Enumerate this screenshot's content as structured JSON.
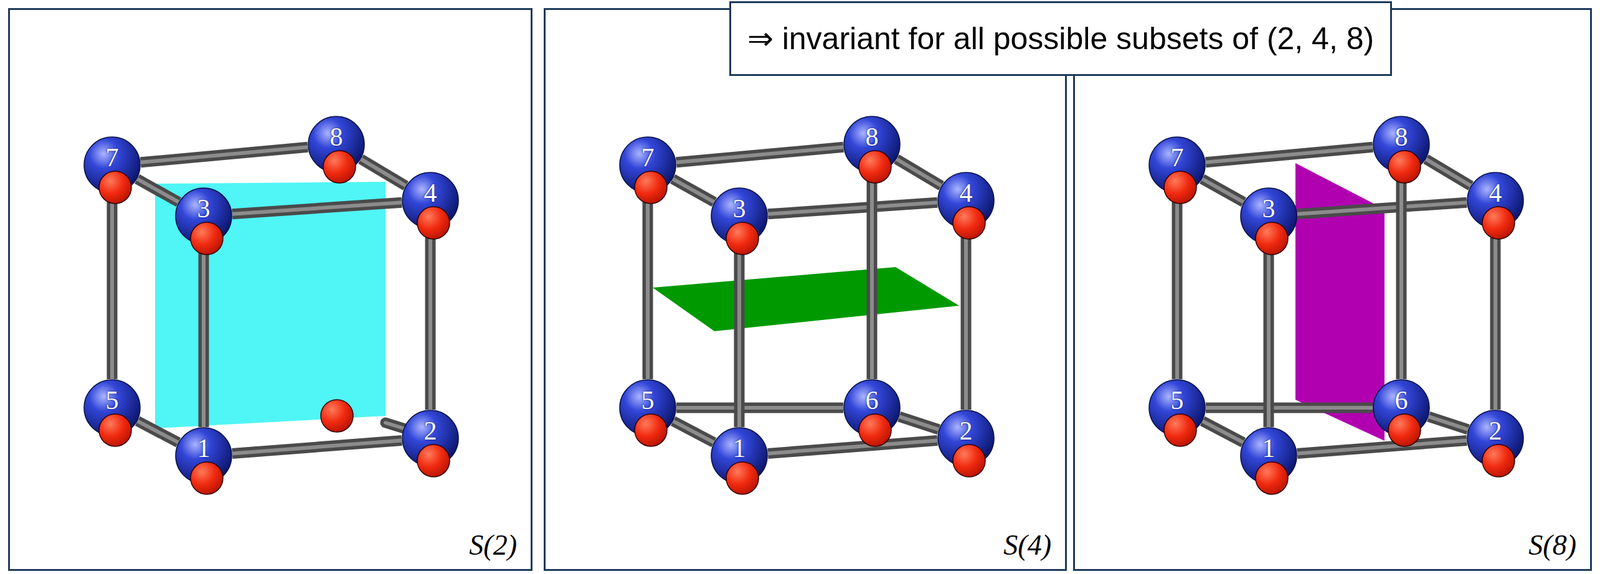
{
  "diagram": {
    "nodes": [
      {
        "text": [
          "⇒  invariant for all possible subsets of  (2, 4, 8)"
        ]
      },
      {
        "text": [
          "S(2)"
        ]
      },
      {
        "text": [
          "7"
        ],
        "in": 1
      },
      {
        "text": [
          "8"
        ],
        "in": 1
      },
      {
        "text": [
          "3"
        ],
        "in": 1
      },
      {
        "text": [
          "4"
        ],
        "in": 1
      },
      {
        "text": [
          "5"
        ],
        "in": 1
      },
      {
        "text": [
          "1"
        ],
        "in": 1
      },
      {
        "text": [
          "2"
        ],
        "in": 1
      },
      {
        "text": [
          "S(4)"
        ]
      },
      {
        "text": [
          "7"
        ],
        "in": 9
      },
      {
        "text": [
          "8"
        ],
        "in": 9
      },
      {
        "text": [
          "3"
        ],
        "in": 9
      },
      {
        "text": [
          "4"
        ],
        "in": 9
      },
      {
        "text": [
          "6"
        ],
        "in": 9
      },
      {
        "text": [
          "5"
        ],
        "in": 9
      },
      {
        "text": [
          "1"
        ],
        "in": 9
      },
      {
        "text": [
          "2"
        ],
        "in": 9
      },
      {
        "text": [
          "S(8)"
        ]
      },
      {
        "text": [
          "7"
        ],
        "in": 18
      },
      {
        "text": [
          "8"
        ],
        "in": 18
      },
      {
        "text": [
          "3"
        ],
        "in": 18
      },
      {
        "text": [
          "4"
        ],
        "in": 18
      },
      {
        "text": [
          "6"
        ],
        "in": 18
      },
      {
        "text": [
          "5"
        ],
        "in": 18
      },
      {
        "text": [
          "1"
        ],
        "in": 18
      },
      {
        "text": [
          "2"
        ],
        "in": 18
      }
    ],
    "edges": [
      {
        "from": 2,
        "to": 3,
        "arrow": "none"
      },
      {
        "from": 3,
        "to": 5,
        "arrow": "none"
      },
      {
        "from": 5,
        "to": 4,
        "arrow": "none"
      },
      {
        "from": 4,
        "to": 2,
        "arrow": "none"
      },
      {
        "from": 8,
        "to": 7,
        "arrow": "none"
      },
      {
        "from": 7,
        "to": 6,
        "arrow": "none"
      },
      {
        "from": 2,
        "to": 6,
        "arrow": "none"
      },
      {
        "from": 4,
        "to": 7,
        "arrow": "none"
      },
      {
        "from": 5,
        "to": 8,
        "arrow": "none"
      },
      {
        "from": 10,
        "to": 11,
        "arrow": "none"
      },
      {
        "from": 11,
        "to": 13,
        "arrow": "none"
      },
      {
        "from": 13,
        "to": 12,
        "arrow": "none"
      },
      {
        "from": 12,
        "to": 10,
        "arrow": "none"
      },
      {
        "from": 15,
        "to": 14,
        "arrow": "none"
      },
      {
        "from": 14,
        "to": 17,
        "arrow": "none"
      },
      {
        "from": 17,
        "to": 16,
        "arrow": "none"
      },
      {
        "from": 16,
        "to": 15,
        "arrow": "none"
      },
      {
        "from": 10,
        "to": 15,
        "arrow": "none"
      },
      {
        "from": 11,
        "to": 14,
        "arrow": "none"
      },
      {
        "from": 12,
        "to": 16,
        "arrow": "none"
      },
      {
        "from": 13,
        "to": 17,
        "arrow": "none"
      },
      {
        "from": 19,
        "to": 20,
        "arrow": "none"
      },
      {
        "from": 20,
        "to": 22,
        "arrow": "none"
      },
      {
        "from": 22,
        "to": 21,
        "arrow": "none"
      },
      {
        "from": 21,
        "to": 19,
        "arrow": "none"
      },
      {
        "from": 24,
        "to": 23,
        "arrow": "none"
      },
      {
        "from": 23,
        "to": 26,
        "arrow": "none"
      },
      {
        "from": 26,
        "to": 25,
        "arrow": "none"
      },
      {
        "from": 25,
        "to": 24,
        "arrow": "none"
      },
      {
        "from": 19,
        "to": 24,
        "arrow": "none"
      },
      {
        "from": 20,
        "to": 23,
        "arrow": "none"
      },
      {
        "from": 21,
        "to": 25,
        "arrow": "none"
      },
      {
        "from": 22,
        "to": 26,
        "arrow": "none"
      }
    ]
  }
}
